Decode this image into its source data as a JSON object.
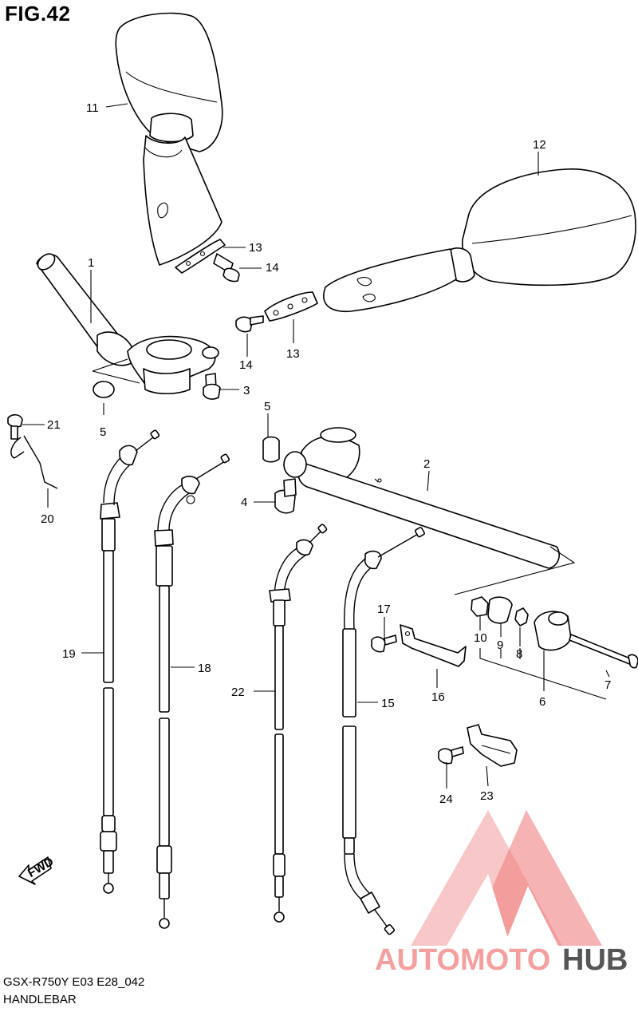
{
  "figure": {
    "title": "FIG.42",
    "model_code": "GSX-R750Y E03 E28_042",
    "section_name": "HANDLEBAR"
  },
  "watermark": {
    "text_part_1": "AUTOMOTO",
    "text_part_2": "HUB",
    "color_primary": "#f4a0a0",
    "color_accent": "#ee5a5a",
    "color_secondary": "#555555"
  },
  "direction_marker": {
    "label": "FWD"
  },
  "callouts": [
    {
      "id": "c1",
      "label": "1"
    },
    {
      "id": "c2",
      "label": "2"
    },
    {
      "id": "c3",
      "label": "3"
    },
    {
      "id": "c4",
      "label": "4"
    },
    {
      "id": "c5a",
      "label": "5"
    },
    {
      "id": "c5b",
      "label": "5"
    },
    {
      "id": "c6",
      "label": "6"
    },
    {
      "id": "c7",
      "label": "7"
    },
    {
      "id": "c8",
      "label": "8"
    },
    {
      "id": "c9",
      "label": "9"
    },
    {
      "id": "c10",
      "label": "10"
    },
    {
      "id": "c11",
      "label": "11"
    },
    {
      "id": "c12",
      "label": "12"
    },
    {
      "id": "c13a",
      "label": "13"
    },
    {
      "id": "c13b",
      "label": "13"
    },
    {
      "id": "c14a",
      "label": "14"
    },
    {
      "id": "c14b",
      "label": "14"
    },
    {
      "id": "c15",
      "label": "15"
    },
    {
      "id": "c16",
      "label": "16"
    },
    {
      "id": "c17",
      "label": "17"
    },
    {
      "id": "c18",
      "label": "18"
    },
    {
      "id": "c19",
      "label": "19"
    },
    {
      "id": "c20",
      "label": "20"
    },
    {
      "id": "c21",
      "label": "21"
    },
    {
      "id": "c22",
      "label": "22"
    },
    {
      "id": "c23",
      "label": "23"
    },
    {
      "id": "c24",
      "label": "24"
    }
  ]
}
